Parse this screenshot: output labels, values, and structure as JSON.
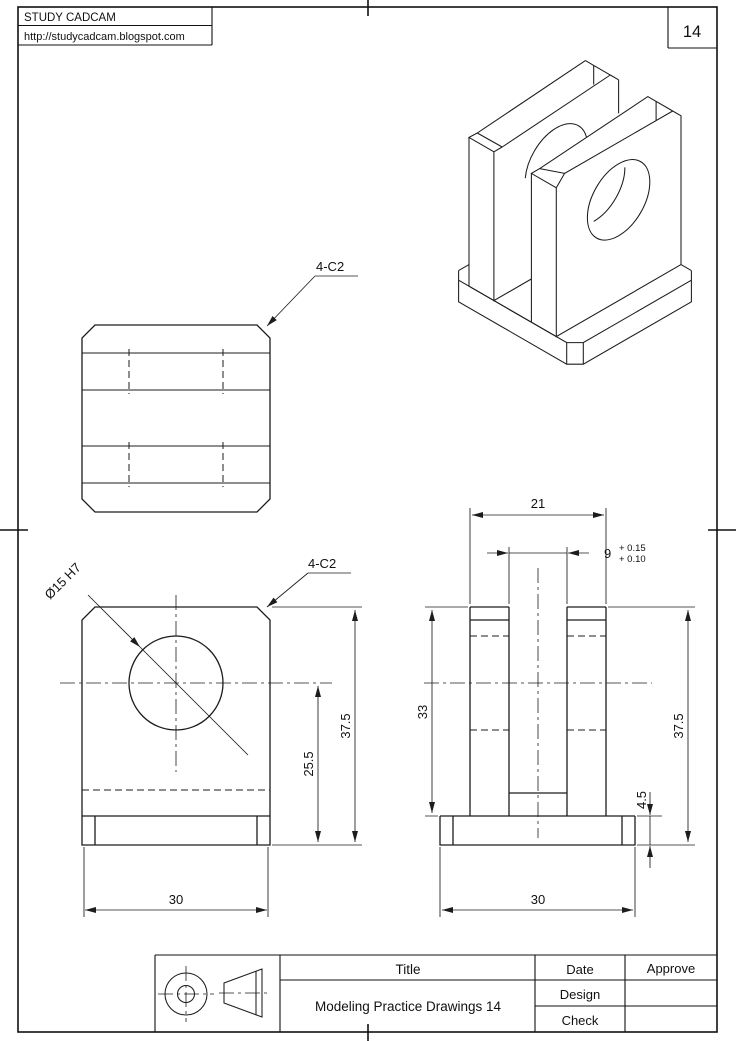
{
  "header": {
    "company": "STUDY CADCAM",
    "url": "http://studycadcam.blogspot.com"
  },
  "page_number": "14",
  "views": {
    "top": {
      "chamfer_label": "4-C2"
    },
    "front": {
      "chamfer_label": "4-C2",
      "hole_label": "Ø15 H7",
      "dims": {
        "total_height": "37.5",
        "hole_center_height": "25.5",
        "width": "30"
      }
    },
    "side": {
      "dims": {
        "outer_width": "21",
        "slot_width": "9",
        "slot_tol_upper": "+ 0.15",
        "slot_tol_lower": "+ 0.10",
        "upright_height": "33",
        "total_height": "37.5",
        "base_height": "4.5",
        "width": "30"
      }
    }
  },
  "title_block": {
    "title_label": "Title",
    "drawing_title": "Modeling Practice Drawings 14",
    "date_label": "Date",
    "design_label": "Design",
    "check_label": "Check",
    "approve_label": "Approve"
  }
}
